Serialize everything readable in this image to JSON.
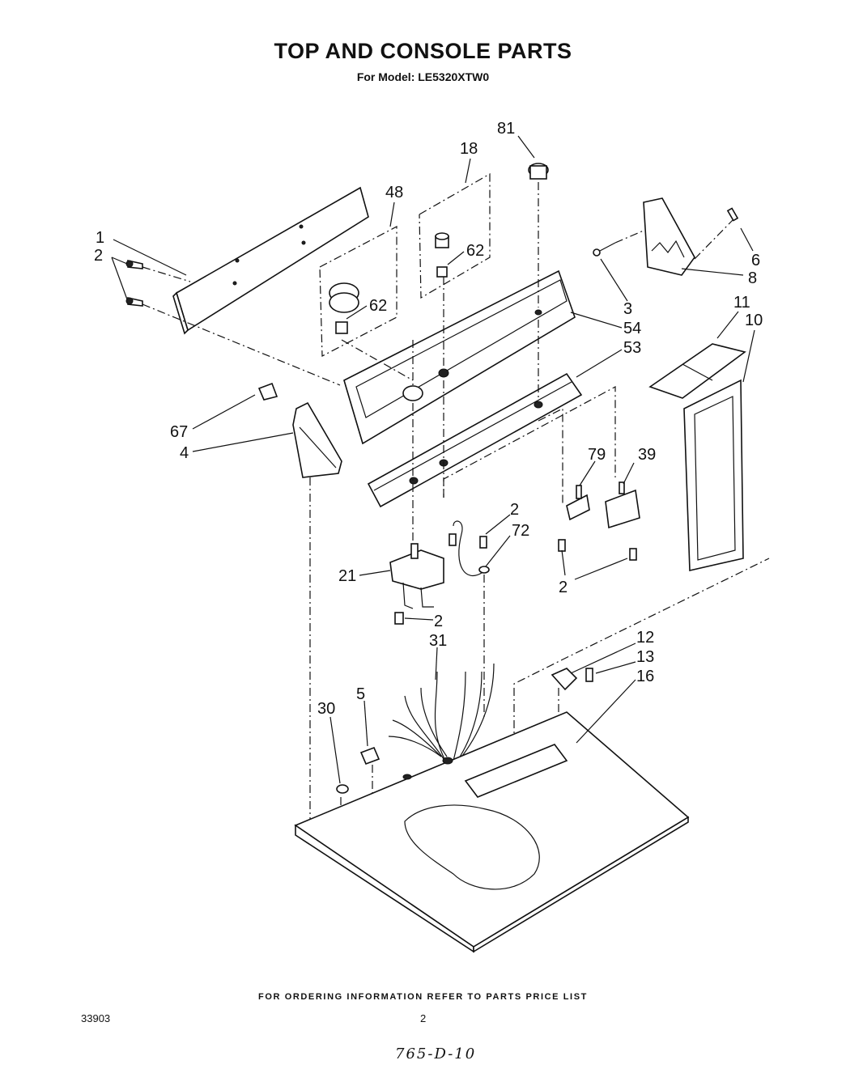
{
  "title": "TOP AND CONSOLE PARTS",
  "subtitle": "For Model: LE5320XTW0",
  "callouts": {
    "c1": "1",
    "c2a": "2",
    "c48": "48",
    "c18": "18",
    "c81": "81",
    "c62a": "62",
    "c62b": "62",
    "c6": "6",
    "c8": "8",
    "c3": "3",
    "c54": "54",
    "c11": "11",
    "c10": "10",
    "c53": "53",
    "c67": "67",
    "c4": "4",
    "c79": "79",
    "c39": "39",
    "c2b": "2",
    "c72": "72",
    "c21": "21",
    "c2c": "2",
    "c2d": "2",
    "c31": "31",
    "c12": "12",
    "c13": "13",
    "c16": "16",
    "c5": "5",
    "c30": "30"
  },
  "footer": {
    "ordering_note": "FOR ORDERING INFORMATION REFER TO PARTS PRICE LIST",
    "doc_number": "33903",
    "page_number": "2",
    "handwritten_code": "765-D-10"
  }
}
